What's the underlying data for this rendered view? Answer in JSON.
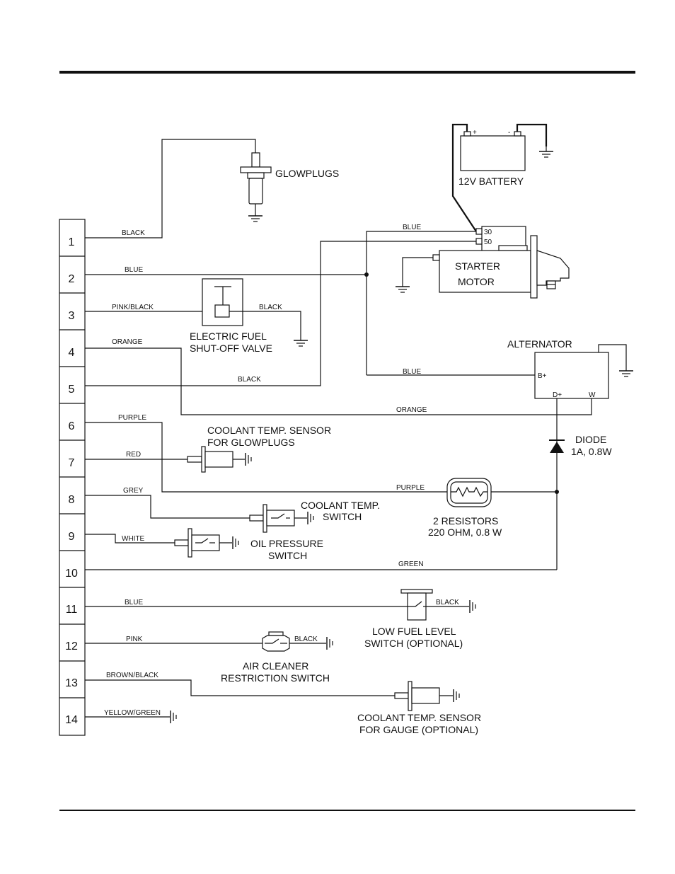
{
  "terminals": [
    "1",
    "2",
    "3",
    "4",
    "5",
    "6",
    "7",
    "8",
    "9",
    "10",
    "11",
    "12",
    "13",
    "14"
  ],
  "wires": {
    "t1": "BLACK",
    "t2": "BLUE",
    "t3": "PINK/BLACK",
    "t3_ground": "BLACK",
    "t4": "ORANGE",
    "t4_alt": "ORANGE",
    "t5": "BLACK",
    "t6": "PURPLE",
    "t6_res": "PURPLE",
    "t7": "RED",
    "t8": "GREY",
    "t9": "WHITE",
    "t10": "GREEN",
    "t11": "BLUE",
    "t11_ground": "BLACK",
    "t12": "PINK",
    "t12_ground": "BLACK",
    "t13": "BROWN/BLACK",
    "t14": "YELLOW/GREEN",
    "starter_top": "BLUE",
    "alt_b": "BLUE"
  },
  "components": {
    "glowplugs": "GLOWPLUGS",
    "battery": "12V BATTERY",
    "battery_plus": "+",
    "battery_minus": "-",
    "starter_t30": "30",
    "starter_t50": "50",
    "starter_l1": "STARTER",
    "starter_l2": "MOTOR",
    "valve_l1": "ELECTRIC FUEL",
    "valve_l2": "SHUT-OFF VALVE",
    "alternator": "ALTERNATOR",
    "alt_bplus": "B+",
    "alt_dplus": "D+",
    "alt_w": "W",
    "diode_l1": "DIODE",
    "diode_l2": "1A, 0.8W",
    "cts_glow_l1": "COOLANT TEMP. SENSOR",
    "cts_glow_l2": "FOR GLOWPLUGS",
    "cts_switch_l1": "COOLANT TEMP.",
    "cts_switch_l2": "SWITCH",
    "resistors_l1": "2 RESISTORS",
    "resistors_l2": "220 OHM, 0.8 W",
    "oil_l1": "OIL PRESSURE",
    "oil_l2": "SWITCH",
    "lowfuel_l1": "LOW FUEL LEVEL",
    "lowfuel_l2": "SWITCH (OPTIONAL)",
    "aircleaner_l1": "AIR CLEANER",
    "aircleaner_l2": "RESTRICTION SWITCH",
    "cts_gauge_l1": "COOLANT TEMP. SENSOR",
    "cts_gauge_l2": "FOR GAUGE (OPTIONAL)"
  }
}
